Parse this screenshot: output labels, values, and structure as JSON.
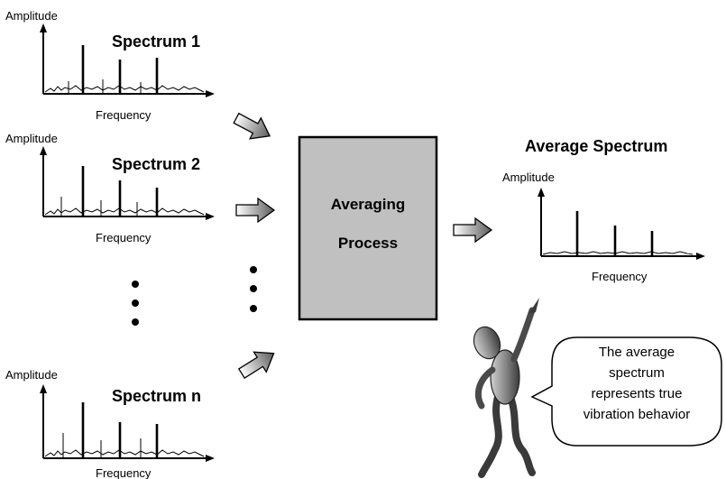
{
  "spectra": [
    {
      "title": "Spectrum 1",
      "y_label": "Amplitude",
      "x_label": "Frequency"
    },
    {
      "title": "Spectrum 2",
      "y_label": "Amplitude",
      "x_label": "Frequency"
    },
    {
      "title": "Spectrum n",
      "y_label": "Amplitude",
      "x_label": "Frequency"
    }
  ],
  "process": {
    "line1": "Averaging",
    "line2": "Process"
  },
  "average": {
    "title": "Average Spectrum",
    "y_label": "Amplitude",
    "x_label": "Frequency"
  },
  "speech_bubble": {
    "lines": [
      "The average",
      "spectrum",
      "represents true",
      "vibration behavior"
    ]
  },
  "colors": {
    "process_box_fill": "#c0c0c0",
    "arrow_fill_light": "#ffffff",
    "arrow_fill_dark": "#5a5a5a",
    "figure_fill": "#8a8a8a"
  }
}
